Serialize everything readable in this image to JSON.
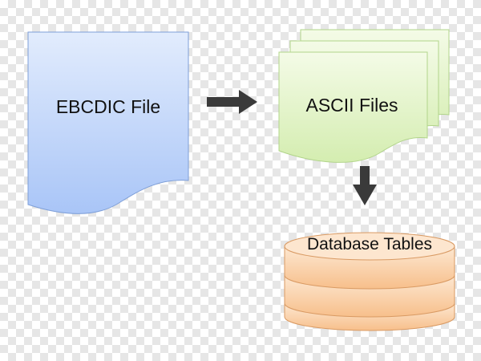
{
  "diagram": {
    "nodes": {
      "ebcdic_file": {
        "label": "EBCDIC File",
        "shape": "document",
        "fill_top": "#e2ecfd",
        "fill_bottom": "#a9c5f7",
        "stroke": "#7e9fd8"
      },
      "ascii_files": {
        "label": "ASCII Files",
        "shape": "multi-document",
        "fill_top": "#f4fbe7",
        "fill_bottom": "#d7efb4",
        "stroke": "#b1d48a"
      },
      "database_tables": {
        "label": "Database Tables",
        "shape": "cylinder-stack",
        "fill_top": "#fde8d2",
        "fill_bottom": "#f7bf8b",
        "stroke": "#d99a63"
      }
    },
    "edges": [
      {
        "from": "ebcdic_file",
        "to": "ascii_files",
        "direction": "right",
        "color": "#3a3a3a"
      },
      {
        "from": "ascii_files",
        "to": "database_tables",
        "direction": "down",
        "color": "#3a3a3a"
      }
    ],
    "background_pattern": "checkerboard"
  }
}
